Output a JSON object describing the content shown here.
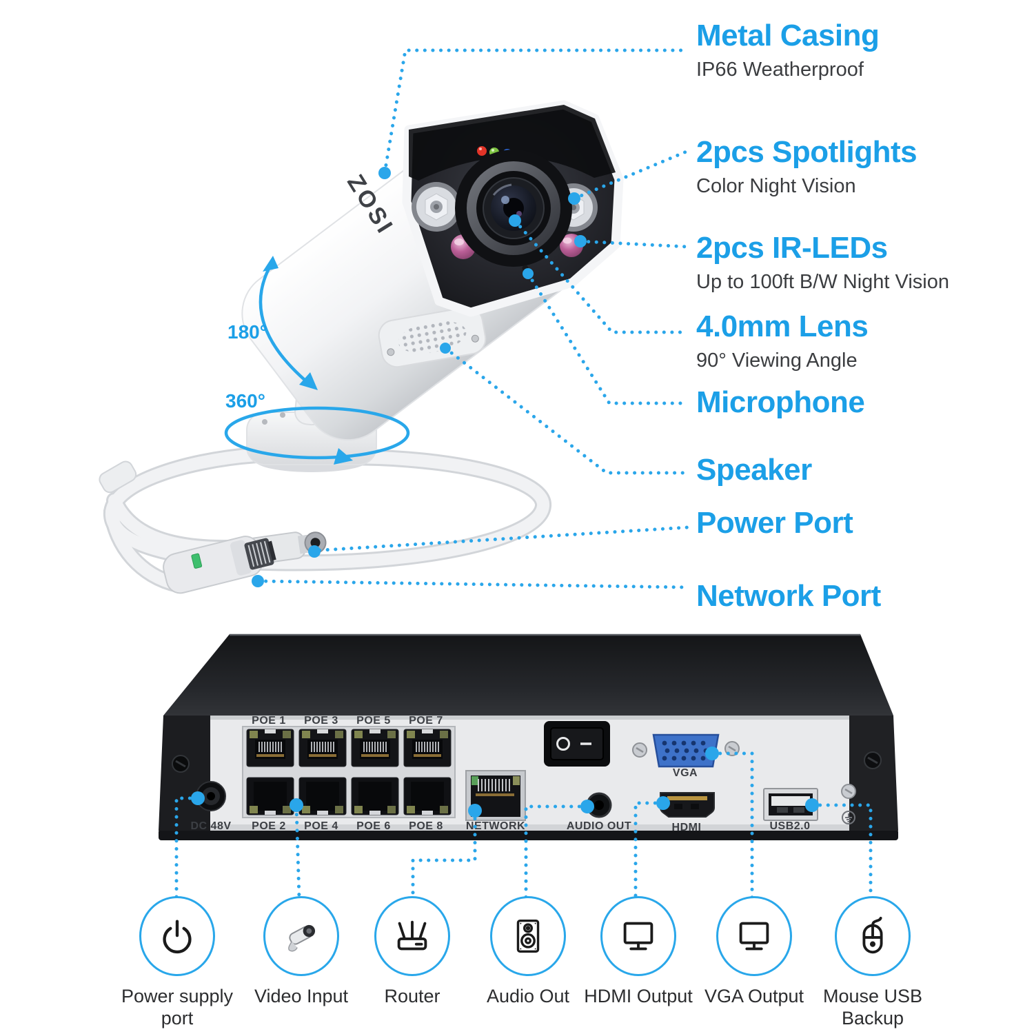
{
  "colors": {
    "accent_text": "#1b9fe7",
    "accent_line": "#2aa6ea",
    "nvr_panel": "#e9eaec",
    "nvr_chassis": "#1a1b1e",
    "vga_blue": "#3e72c9"
  },
  "camera": {
    "logo": "ZOSI"
  },
  "rotation": {
    "tilt_label": "180°",
    "pan_label": "360°"
  },
  "callouts": [
    {
      "title": "Metal Casing",
      "subtitle": "IP66 Weatherproof"
    },
    {
      "title": "2pcs Spotlights",
      "subtitle": "Color Night Vision"
    },
    {
      "title": "2pcs IR-LEDs",
      "subtitle": "Up to 100ft B/W Night Vision"
    },
    {
      "title": "4.0mm Lens",
      "subtitle": "90° Viewing Angle"
    },
    {
      "title": "Microphone"
    },
    {
      "title": "Speaker"
    },
    {
      "title": "Power Port"
    },
    {
      "title": "Network Port"
    }
  ],
  "nvr": {
    "poe_top": [
      "POE 1",
      "POE 3",
      "POE 5",
      "POE 7"
    ],
    "poe_bottom": [
      "POE 2",
      "POE 4",
      "POE 6",
      "POE 8"
    ],
    "dc_label": "DC 48V",
    "network_label": "NETWORK",
    "audio_label": "AUDIO OUT",
    "hdmi_label": "HDMI",
    "vga_label": "VGA",
    "usb_label": "USB2.0"
  },
  "legend": [
    {
      "label": "Power supply port",
      "icon": "power-icon"
    },
    {
      "label": "Video Input",
      "icon": "camera-icon"
    },
    {
      "label": "Router",
      "icon": "router-icon"
    },
    {
      "label": "Audio Out",
      "icon": "speaker-icon"
    },
    {
      "label": "HDMI Output",
      "icon": "monitor-icon"
    },
    {
      "label": "VGA Output",
      "icon": "monitor-icon"
    },
    {
      "label": "Mouse USB Backup",
      "icon": "mouse-icon"
    }
  ]
}
